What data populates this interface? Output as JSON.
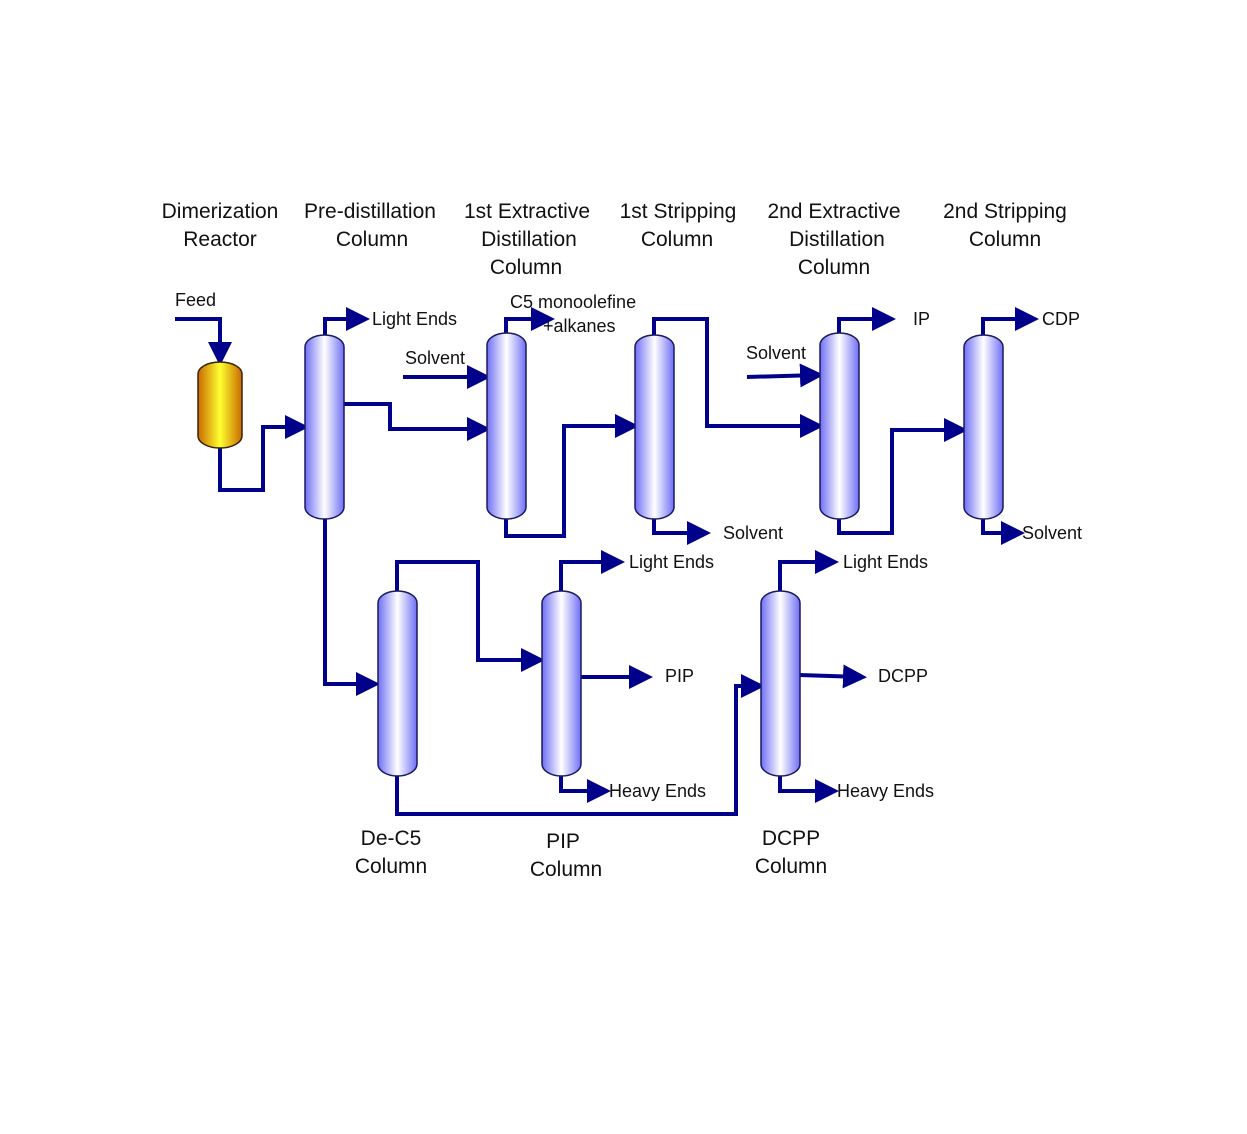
{
  "colors": {
    "pipe": "#00008b",
    "column_body": "#6f6ff5",
    "column_highlight": "#ffffff",
    "reactor_body": "#c86a00",
    "reactor_highlight": "#ffff30"
  },
  "headers": {
    "dimerization": [
      "Dimerization",
      "Reactor"
    ],
    "predistillation": [
      "Pre-distillation",
      "Column"
    ],
    "extractive1": [
      "1st Extractive",
      "Distillation",
      "Column"
    ],
    "stripping1": [
      "1st Stripping",
      "Column"
    ],
    "extractive2": [
      "2nd Extractive",
      "Distillation",
      "Column"
    ],
    "stripping2": [
      "2nd Stripping",
      "Column"
    ],
    "dec5": [
      "De-C5",
      "Column"
    ],
    "pip": [
      "PIP",
      "Column"
    ],
    "dcpp": [
      "DCPP",
      "Column"
    ]
  },
  "streams": {
    "feed": "Feed",
    "light_ends_1": "Light Ends",
    "c5_line1": "C5  monoolefine",
    "c5_line2": "+alkanes",
    "solvent_in_1": "Solvent",
    "solvent_in_2": "Solvent",
    "solvent_out_1": "Solvent",
    "solvent_out_2": "Solvent",
    "ip": "IP",
    "cdp": "CDP",
    "light_ends_pip": "Light Ends",
    "pip_product": "PIP",
    "heavy_ends_pip": "Heavy Ends",
    "light_ends_dcpp": "Light Ends",
    "dcpp_product": "DCPP",
    "heavy_ends_dcpp": "Heavy Ends"
  }
}
